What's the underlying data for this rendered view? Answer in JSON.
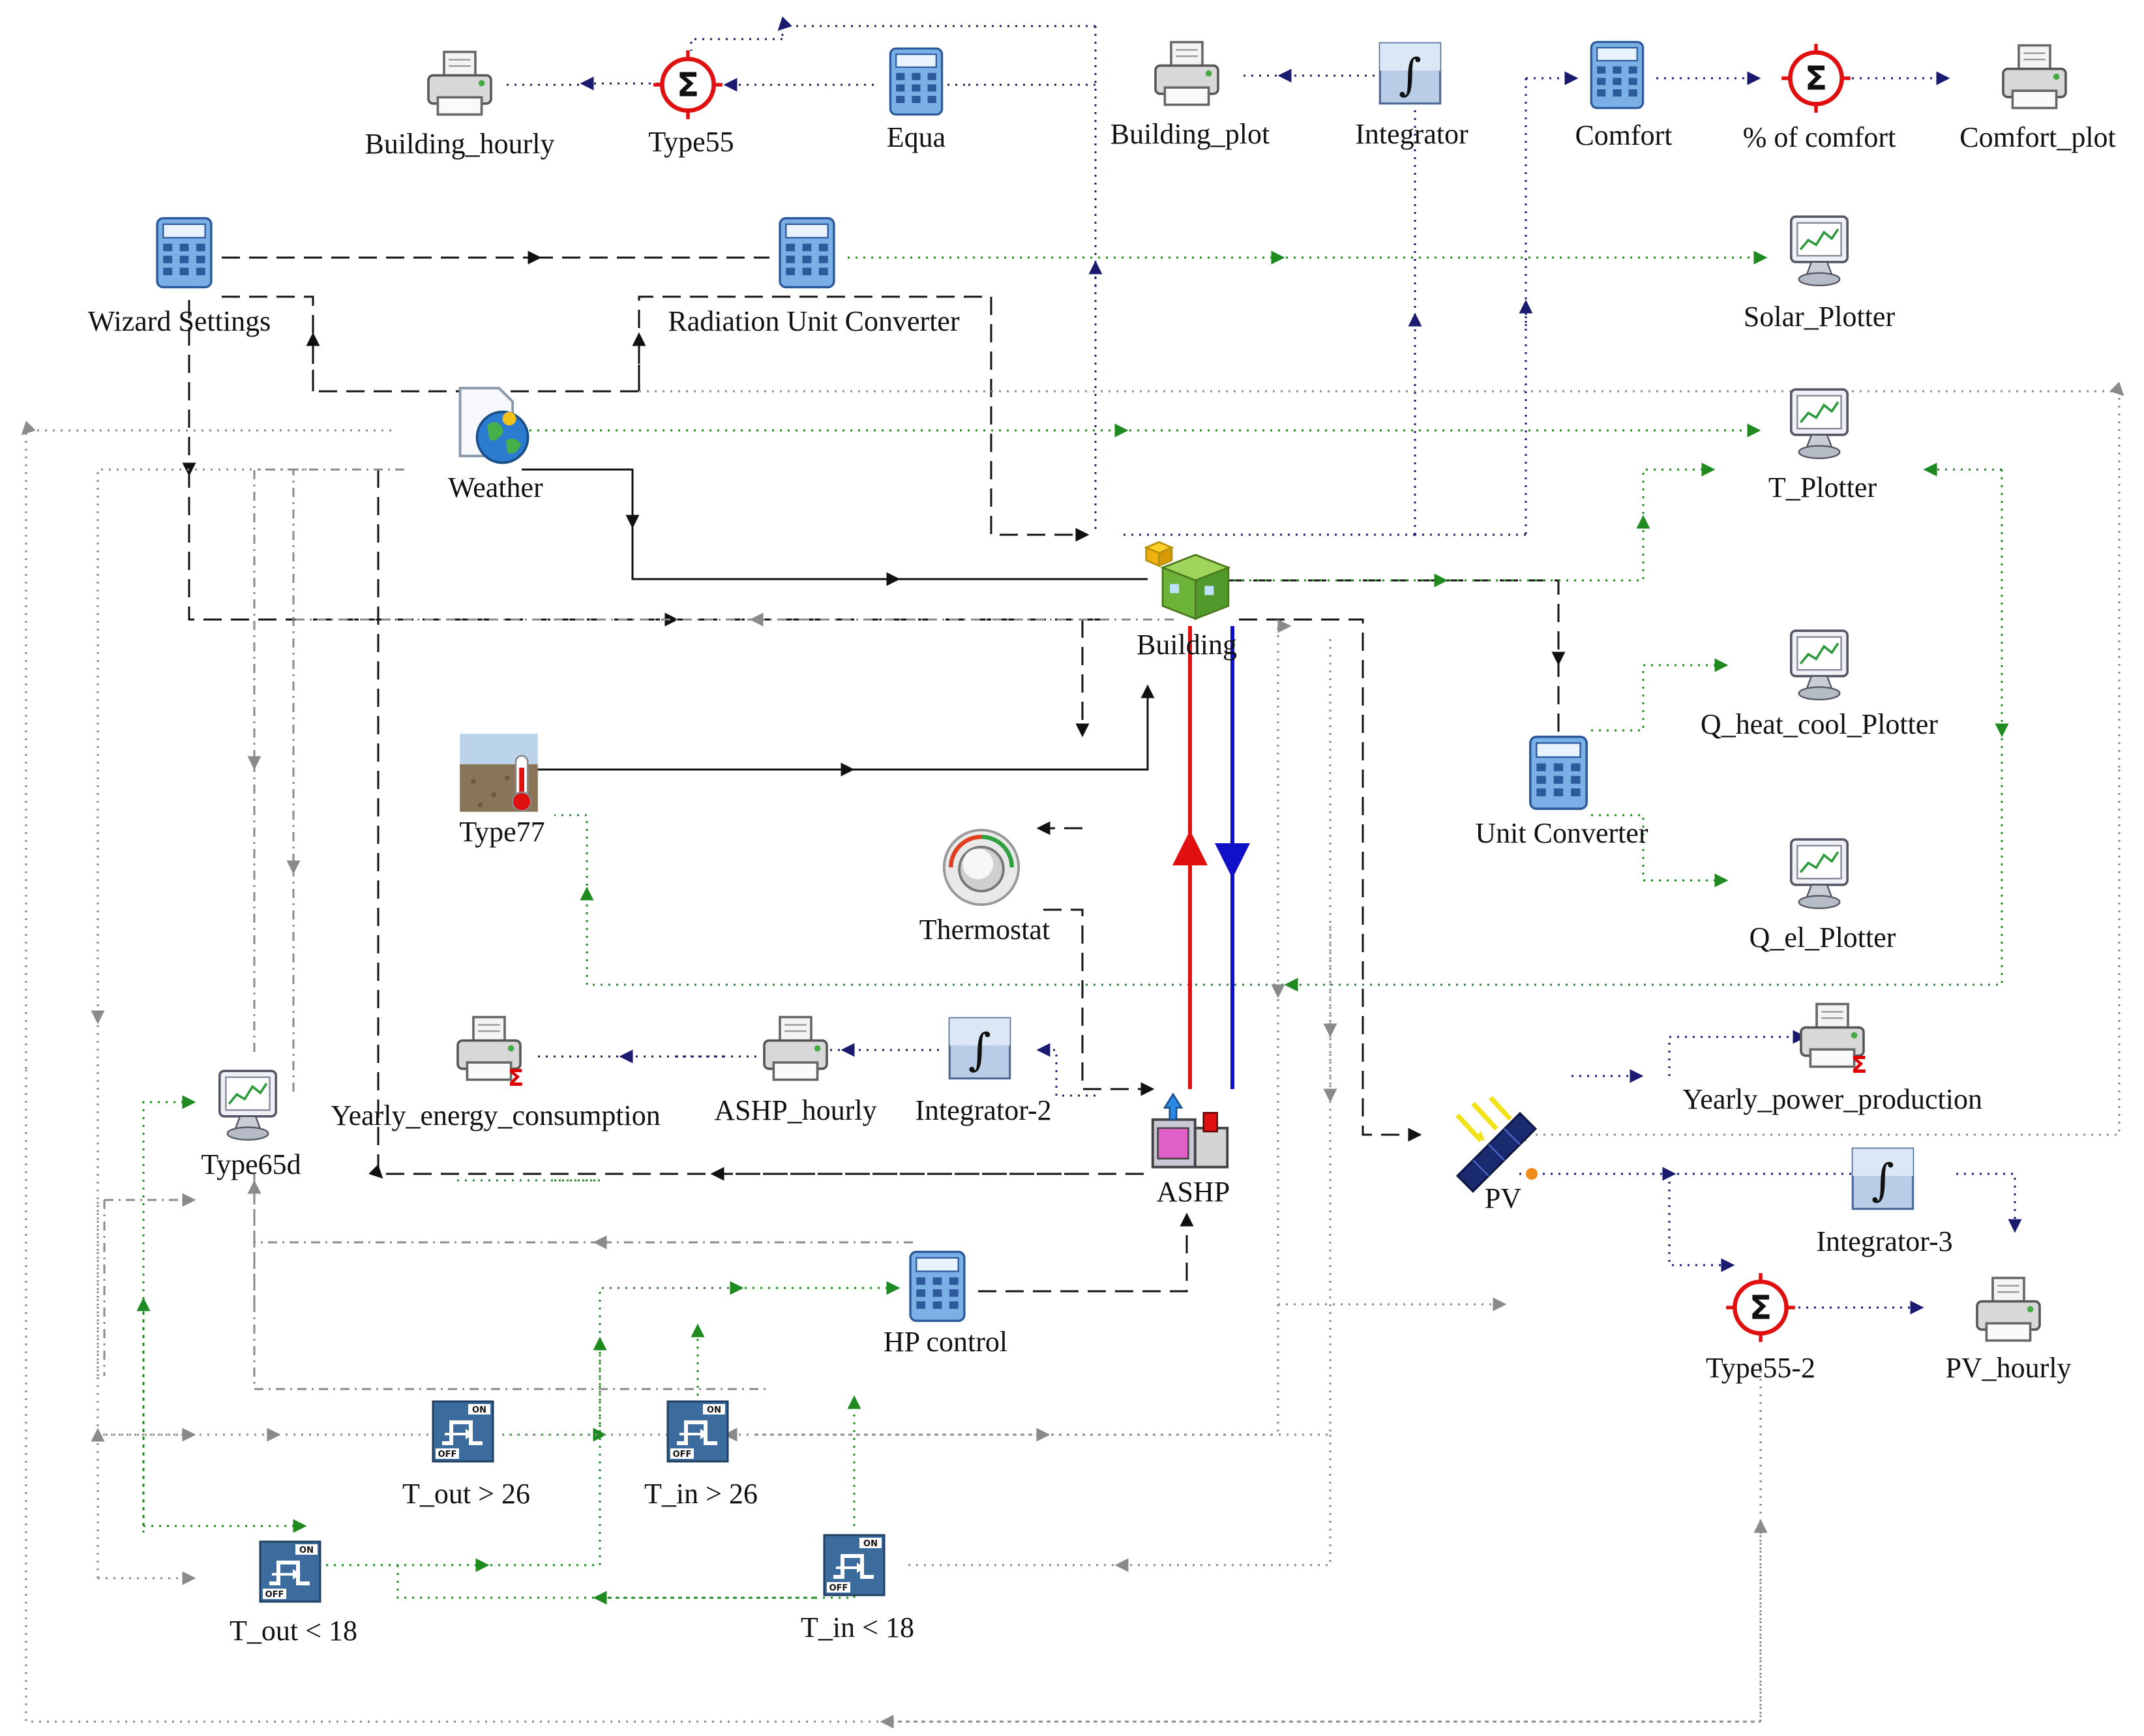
{
  "colors": {
    "black": "#111111",
    "navy": "#1a1a6e",
    "green": "#1f8a1f",
    "gray": "#8a8a8a",
    "red": "#e01010",
    "blue": "#1010c8"
  },
  "components": {
    "building_hourly": {
      "label": "Building_hourly",
      "icon": "printer-icon"
    },
    "type55": {
      "label": "Type55",
      "icon": "sigma-icon"
    },
    "equa": {
      "label": "Equa",
      "icon": "calculator-icon"
    },
    "building_plot": {
      "label": "Building_plot",
      "icon": "printer-icon"
    },
    "integrator": {
      "label": "Integrator",
      "icon": "integral-icon"
    },
    "comfort": {
      "label": "Comfort",
      "icon": "calculator-icon"
    },
    "pct_comfort": {
      "label": "% of comfort",
      "icon": "sigma-icon"
    },
    "comfort_plot": {
      "label": "Comfort_plot",
      "icon": "printer-icon"
    },
    "wizard_settings": {
      "label": "Wizard Settings",
      "icon": "calculator-icon"
    },
    "radiation_unit_converter": {
      "label": "Radiation Unit Converter",
      "icon": "calculator-icon"
    },
    "solar_plotter": {
      "label": "Solar_Plotter",
      "icon": "plotter-icon"
    },
    "weather": {
      "label": "Weather",
      "icon": "weather-globe-icon"
    },
    "t_plotter": {
      "label": "T_Plotter",
      "icon": "plotter-icon"
    },
    "building": {
      "label": "Building",
      "icon": "building-cube-icon"
    },
    "type77": {
      "label": "Type77",
      "icon": "ground-thermometer-icon"
    },
    "unit_converter": {
      "label": "Unit Converter",
      "icon": "calculator-icon"
    },
    "q_heat_cool_plotter": {
      "label": "Q_heat_cool_Plotter",
      "icon": "plotter-icon"
    },
    "thermostat": {
      "label": "Thermostat",
      "icon": "thermostat-icon"
    },
    "q_el_plotter": {
      "label": "Q_el_Plotter",
      "icon": "plotter-icon"
    },
    "yearly_energy_consumption": {
      "label": "Yearly_energy_consumption",
      "icon": "printer-sum-icon"
    },
    "ashp_hourly": {
      "label": "ASHP_hourly",
      "icon": "printer-icon"
    },
    "integrator_2": {
      "label": "Integrator-2",
      "icon": "integral-icon"
    },
    "ashp": {
      "label": "ASHP",
      "icon": "heat-pump-icon"
    },
    "yearly_power_production": {
      "label": "Yearly_power_production",
      "icon": "printer-sum-icon"
    },
    "pv": {
      "label": "PV",
      "icon": "solar-panel-icon"
    },
    "type65d": {
      "label": "Type65d",
      "icon": "plotter-icon"
    },
    "integrator_3": {
      "label": "Integrator-3",
      "icon": "integral-icon"
    },
    "hp_control": {
      "label": "HP control",
      "icon": "calculator-icon"
    },
    "type55_2": {
      "label": "Type55-2",
      "icon": "sigma-icon"
    },
    "pv_hourly": {
      "label": "PV_hourly",
      "icon": "printer-icon"
    },
    "t_out_gt_26": {
      "label": "T_out > 26",
      "icon": "on-off-switch-icon"
    },
    "t_in_gt_26": {
      "label": "T_in > 26",
      "icon": "on-off-switch-icon"
    },
    "t_out_lt_18": {
      "label": "T_out < 18",
      "icon": "on-off-switch-icon"
    },
    "t_in_lt_18": {
      "label": "T_in < 18",
      "icon": "on-off-switch-icon"
    }
  }
}
